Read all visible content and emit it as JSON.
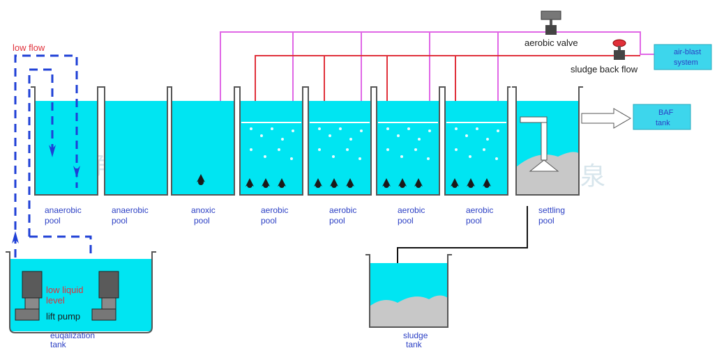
{
  "labels": {
    "low_flow": "low flow",
    "aerobic_valve": "aerobic valve",
    "sludge_back_flow": "sludge back flow",
    "air_blast_line1": "air-blast",
    "air_blast_line2": "system",
    "baf_line1": "BAF",
    "baf_line2": "tank",
    "low_liquid_line1": "low liquid",
    "low_liquid_line2": "level",
    "lift_pump": "lift pump",
    "eq_line1": "euqalization",
    "eq_line2": "tank",
    "sludge_tank_line1": "sludge",
    "sludge_tank_line2": "tank"
  },
  "pools": [
    {
      "line1": "anaerobic",
      "line2": "pool"
    },
    {
      "line1": "anaerobic",
      "line2": "pool"
    },
    {
      "line1": "anoxic",
      "line2": "pool"
    },
    {
      "line1": "aerobic",
      "line2": "pool"
    },
    {
      "line1": "aerobic",
      "line2": "pool"
    },
    {
      "line1": "aerobic",
      "line2": "pool"
    },
    {
      "line1": "aerobic",
      "line2": "pool"
    },
    {
      "line1": "settling",
      "line2": "pool"
    }
  ],
  "watermark": "净之泉",
  "colors": {
    "water": "#00e5f2",
    "air_line": "#e066e6",
    "sludge_line": "#e0303a",
    "flow_dash": "#1e3fd6",
    "box_fill": "#3dd6ec",
    "sludge": "#c8c8c8"
  }
}
